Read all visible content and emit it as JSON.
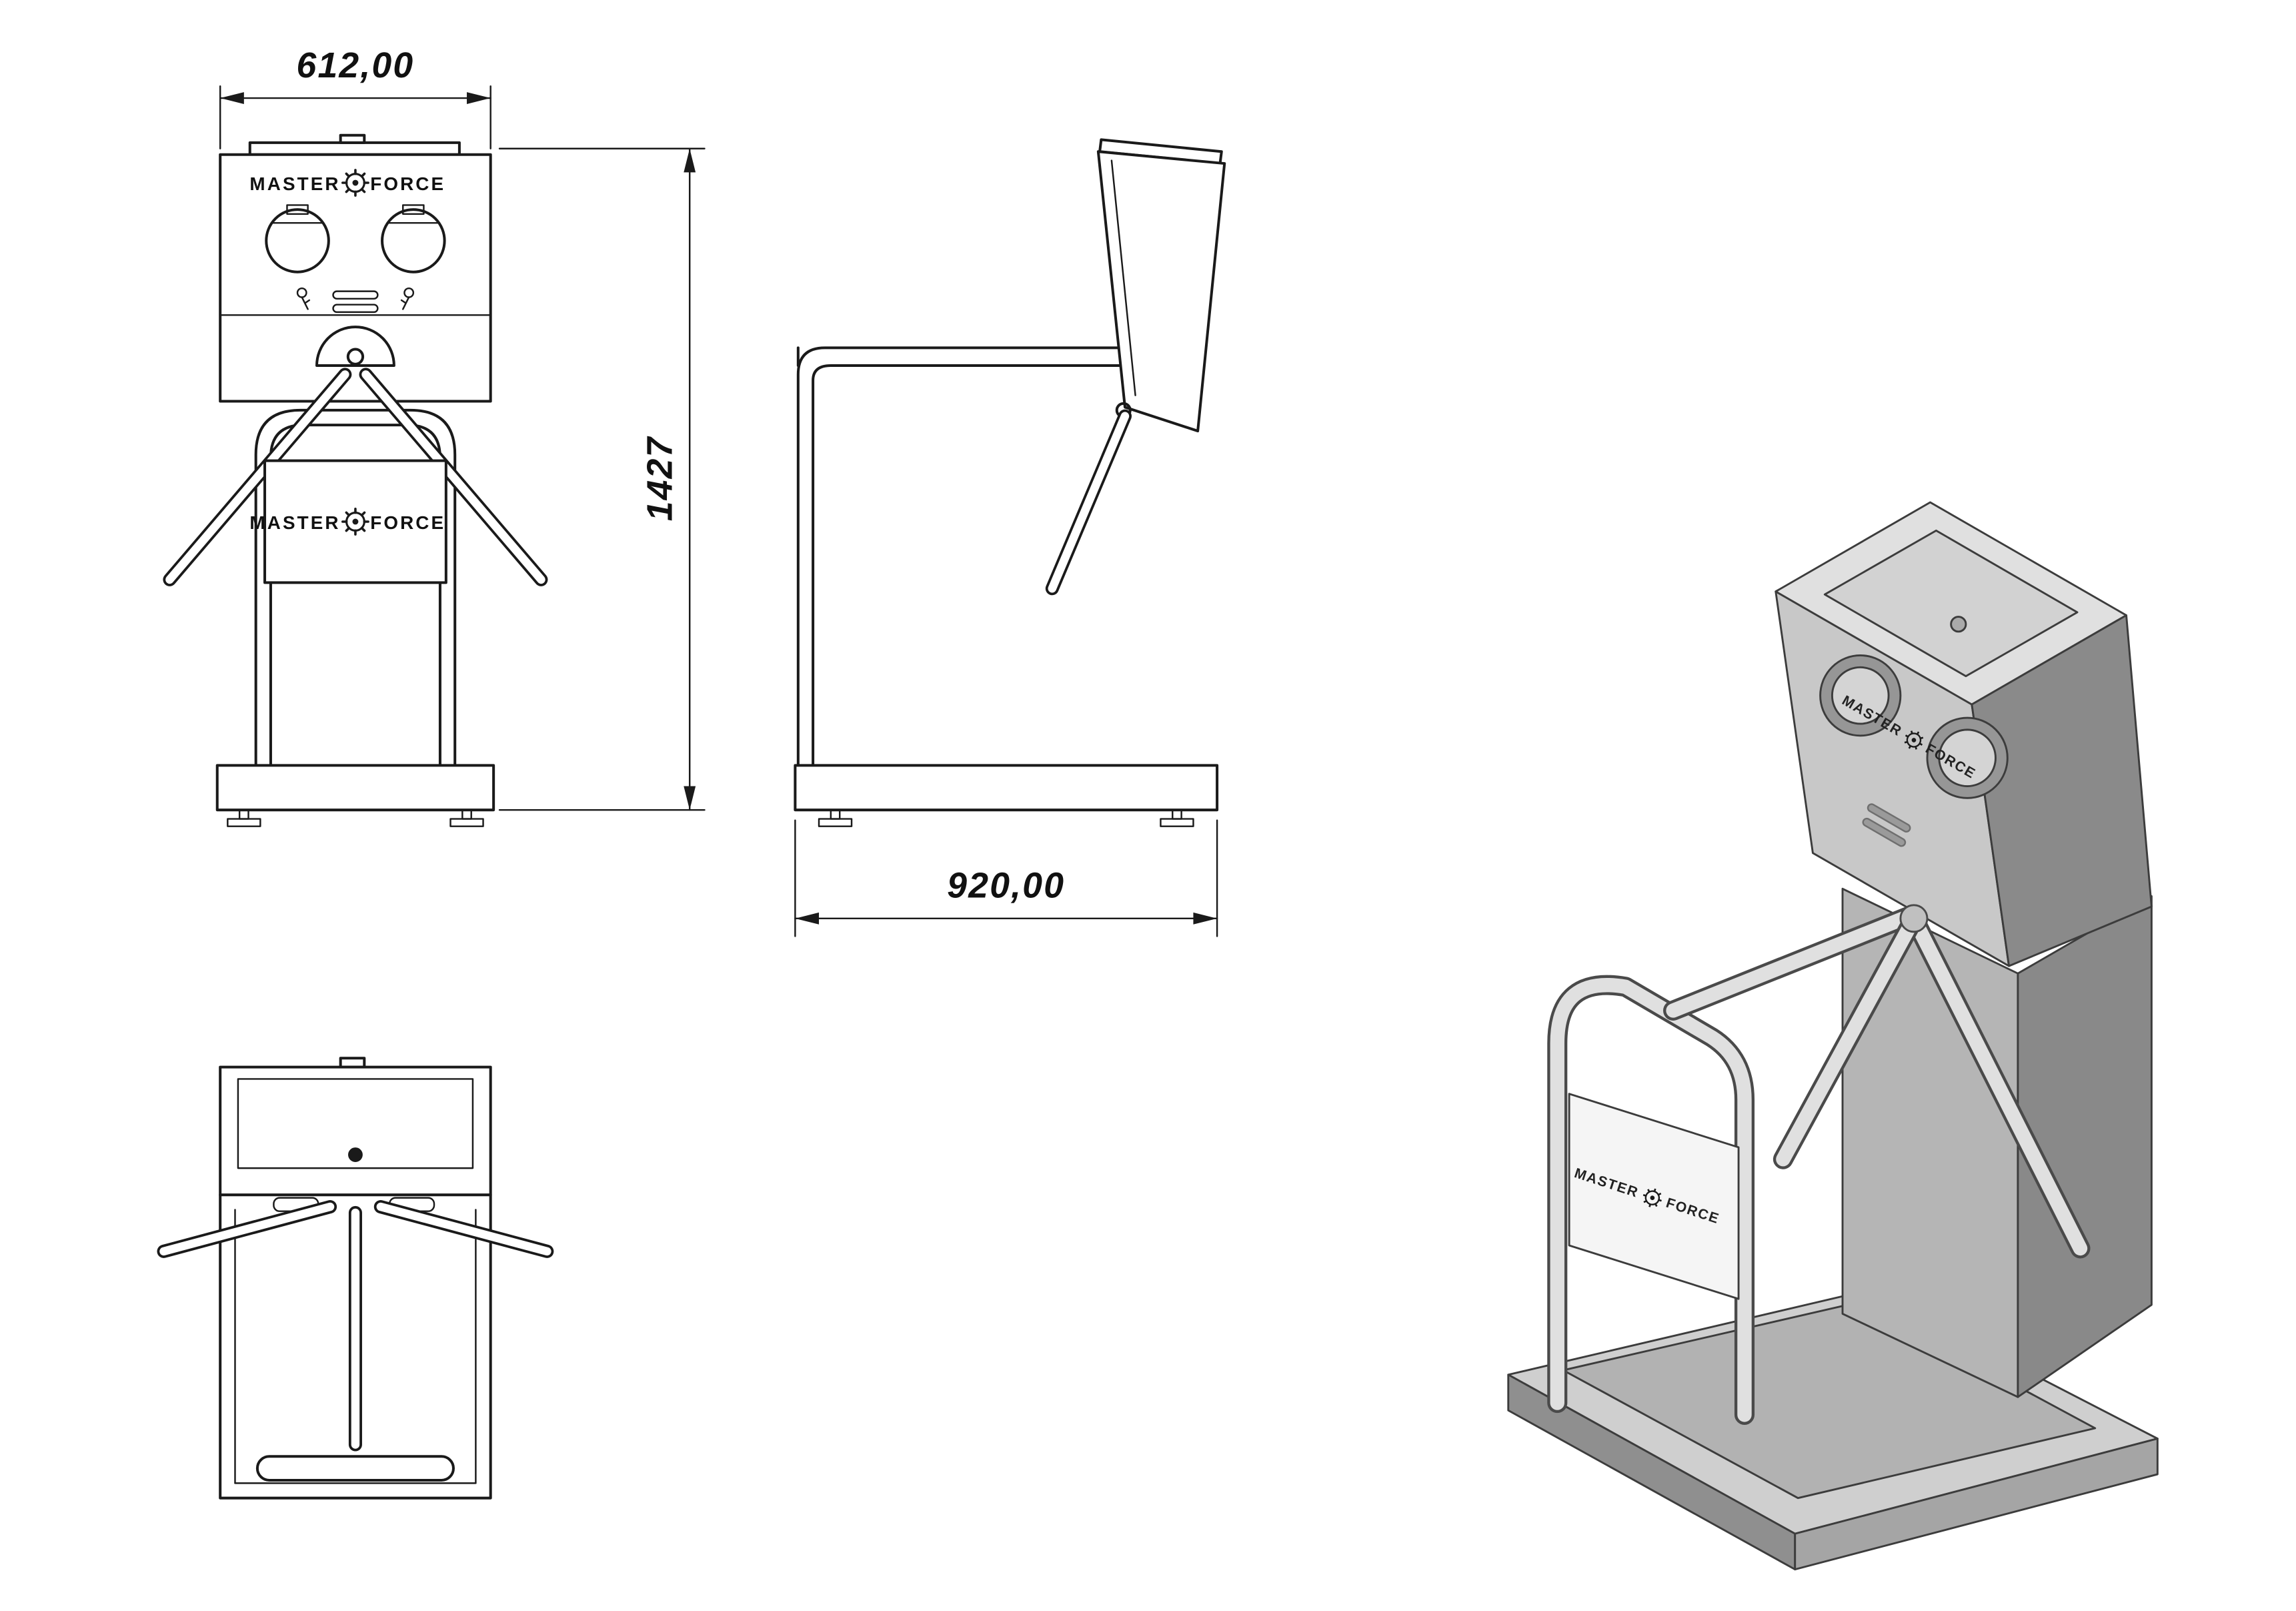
{
  "background": "#ffffff",
  "line_color": "#1a1a1a",
  "brand": {
    "master": "MASTER",
    "force": "FORCE"
  },
  "dimensions": {
    "front_width": "612,00",
    "overall_height": "1427",
    "side_depth": "920,00"
  },
  "iso_colors": {
    "top_face": "#e0e0e0",
    "front_face": "#c8c8c8",
    "side_face": "#8a8a8a",
    "platform": "#cfcfcf",
    "mat": "#b2b2b2",
    "tube": "#e0e0e0",
    "panel": "#f5f5f5"
  }
}
